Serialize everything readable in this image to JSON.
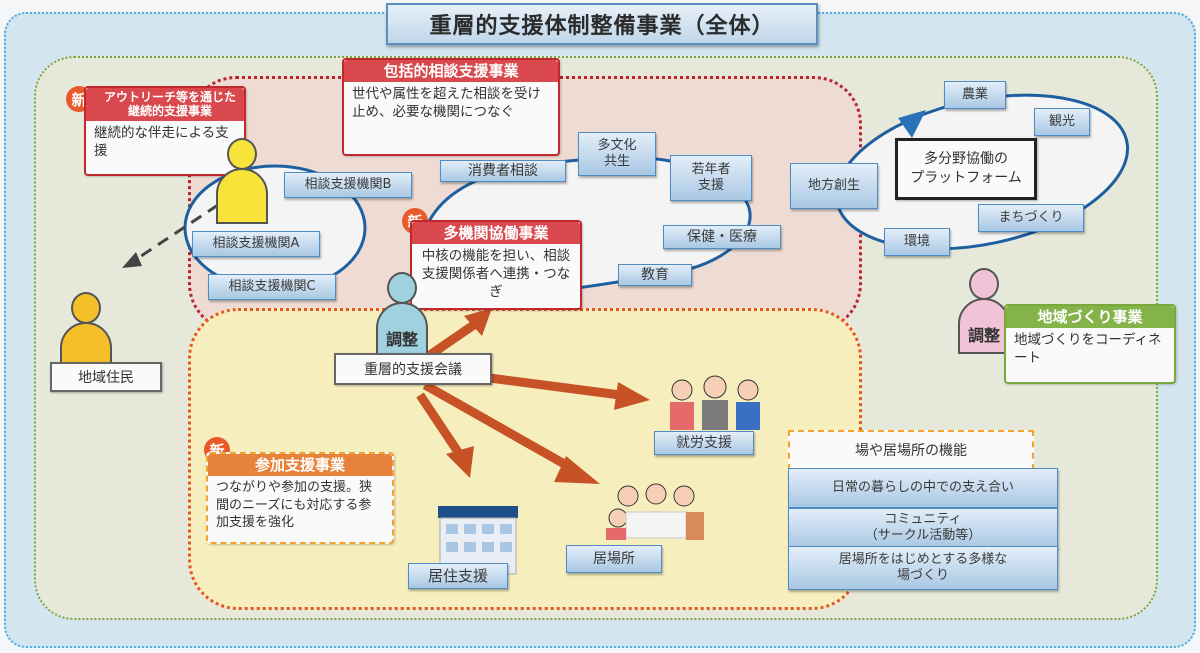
{
  "title": "重層的支援体制整備事業（全体）",
  "colors": {
    "outer_bg": "#d3e5ee",
    "inner_bg": "#e6e9da",
    "pink_region": "#eedcd4",
    "yellow_region": "#f6eebd",
    "red_accent": "#c0282e",
    "orange_accent": "#e6823a",
    "green_accent": "#84b34a",
    "arrow": "#c65226",
    "loop_line": "#1e5fa0"
  },
  "new_badge": "新",
  "cards": {
    "outreach": {
      "heading": "アウトリーチ等を通じた継続的支援事業",
      "body": "継続的な伴走による支援",
      "is_new": true
    },
    "comprehensive": {
      "heading": "包括的相談支援事業",
      "body": "世代や属性を超えた相談を受け止め、必要な機関につなぐ",
      "is_new": false
    },
    "multi_agency": {
      "heading": "多機関協働事業",
      "body": "中核の機能を担い、相談支援関係者へ連携・つなぎ",
      "is_new": true
    },
    "participation": {
      "heading": "参加支援事業",
      "body": "つながりや参加の支援。狭間のニーズにも対応する参加支援を強化",
      "is_new": true
    },
    "community_building": {
      "heading": "地域づくり事業",
      "body": "地域づくりをコーディネート",
      "is_new": false
    }
  },
  "consultation_agencies": [
    "相談支援機関A",
    "相談支援機関B",
    "相談支援機関C"
  ],
  "network_nodes": [
    "消費者相談",
    "多文化\n共生",
    "若年者\n支援",
    "保健・医療",
    "教育"
  ],
  "platform": {
    "center": "多分野協働の\nプラットフォーム",
    "nodes": [
      "農業",
      "観光",
      "地方創生",
      "まちづくり",
      "環境"
    ]
  },
  "people": {
    "resident_label": "地域住民",
    "coordinator_label": "調整",
    "meeting_label": "重層的支援会議"
  },
  "outcomes": {
    "employment": "就労支援",
    "housing": "居住支援",
    "place": "居場所"
  },
  "place_functions": {
    "title": "場や居場所の機能",
    "items": [
      "日常の暮らしの中での支え合い",
      "コミュニティ\n（サークル活動等）",
      "居場所をはじめとする多様な\n場づくり"
    ]
  }
}
